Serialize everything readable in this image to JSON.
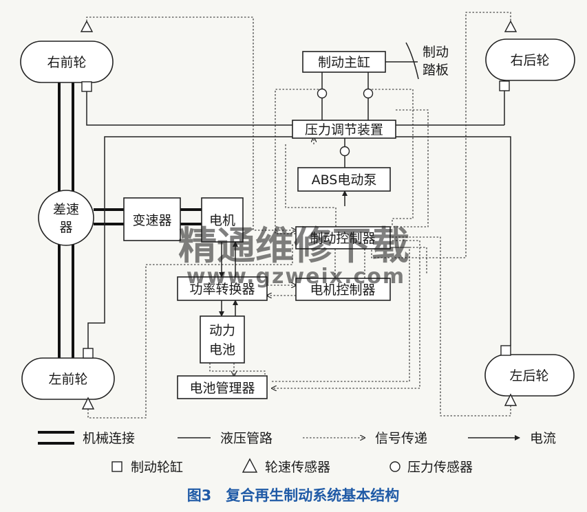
{
  "wheels": {
    "front_right": "右前轮",
    "rear_right": "右后轮",
    "front_left": "左前轮",
    "rear_left": "左后轮"
  },
  "components": {
    "differential_line1": "差速",
    "differential_line2": "器",
    "gearbox": "变速器",
    "motor": "电机",
    "master_cylinder": "制动主缸",
    "pedal_line1": "制动",
    "pedal_line2": "踏板",
    "pressure_regulator": "压力调节装置",
    "abs_pump": "ABS电动泵",
    "brake_controller": "制动控制器",
    "power_converter": "功率转换器",
    "motor_controller": "电机控制器",
    "battery_line1": "动力",
    "battery_line2": "电池",
    "bms": "电池管理器"
  },
  "watermark": {
    "text": "精通维修下载",
    "url": "www.gzweix.com"
  },
  "legend": {
    "mechanical": "机械连接",
    "hydraulic": "液压管路",
    "signal": "信号传递",
    "current": "电流",
    "brake_cylinder": "制动轮缸",
    "wheel_speed_sensor": "轮速传感器",
    "pressure_sensor": "压力传感器"
  },
  "caption": "图3　复合再生制动系统基本结构"
}
